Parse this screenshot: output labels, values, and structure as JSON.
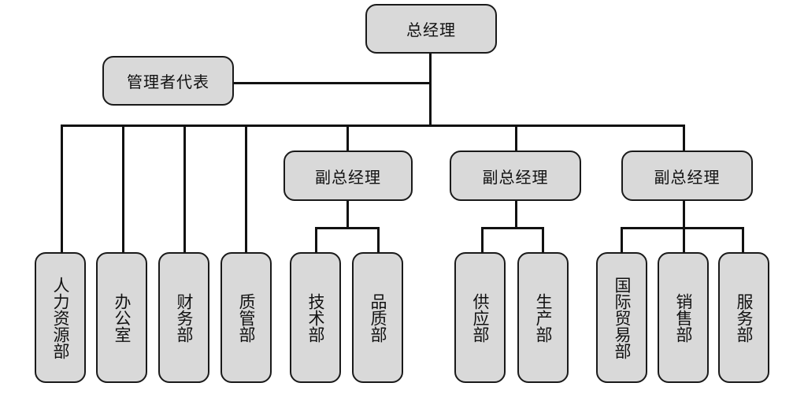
{
  "org_chart": {
    "top": "总经理",
    "representative": "管理者代表",
    "deputies": [
      "副总经理",
      "副总经理",
      "副总经理"
    ],
    "direct_departments": [
      "人力资源部",
      "办公室",
      "财务部",
      "质管部"
    ],
    "deputy_1_departments": [
      "技术部",
      "品质部"
    ],
    "deputy_2_departments": [
      "供应部",
      "生产部"
    ],
    "deputy_3_departments": [
      "国际贸易部",
      "销售部",
      "服务部"
    ]
  },
  "colors": {
    "box_fill": "#d9d9d9",
    "box_border": "#1a1a1a",
    "connector": "#111111"
  }
}
